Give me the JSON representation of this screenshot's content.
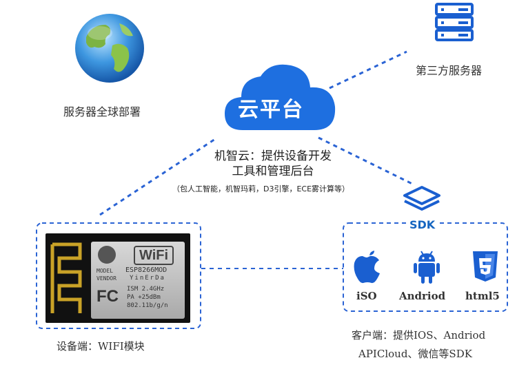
{
  "nodes": {
    "globe": {
      "label": "服务器全球部署"
    },
    "cloud": {
      "label": "云平台"
    },
    "third_party": {
      "label": "第三方服务器"
    },
    "platform_desc": {
      "line1": "机智云：提供设备开发",
      "line2": "工具和管理后台",
      "sub": "（包人工智能，机智玛莉，D3引擎，ECE雾计算等）"
    },
    "device": {
      "label": "设备端：WIFI模块",
      "module_logo": "WiFi",
      "module_model": "ESP8266MOD",
      "module_vendor_label": "MODEL",
      "module_vendor_label2": "VENDOR",
      "module_vendor": "YinErDa",
      "module_spec1": "ISM 2.4GHz",
      "module_spec2": "PA  +25dBm",
      "module_spec3": "802.11b/g/n",
      "fcc": "FC"
    },
    "sdk": {
      "label": "SDK"
    },
    "client": {
      "line1": "客户端：提供IOS、Andriod",
      "line2": "APICloud、微信等SDK",
      "platforms": [
        {
          "name": "iSO",
          "icon": "apple-icon"
        },
        {
          "name": "Andriod",
          "icon": "android-icon"
        },
        {
          "name": "html5",
          "icon": "html5-icon"
        }
      ]
    }
  },
  "colors": {
    "accent": "#1a5fd0",
    "cloud": "#1e6fe0",
    "dash": "#2a63d4"
  }
}
